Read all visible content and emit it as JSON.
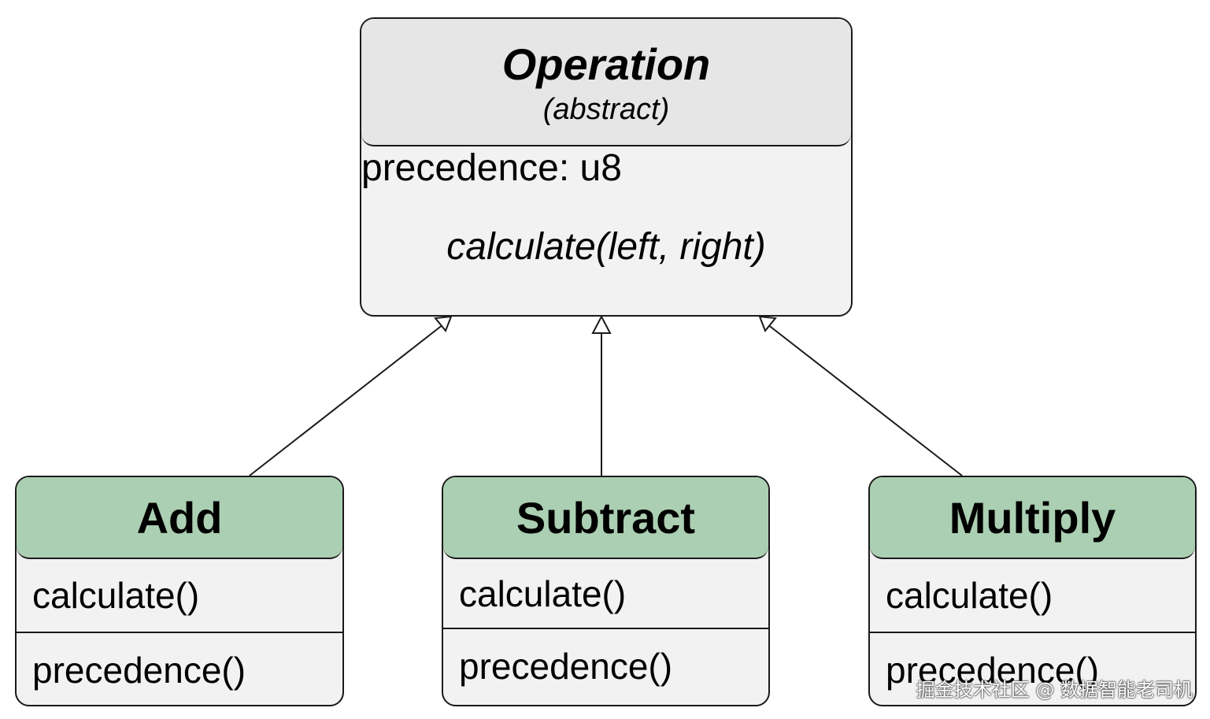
{
  "diagram": {
    "base": {
      "name": "Operation",
      "stereotype": "(abstract)",
      "attribute": "precedence: u8",
      "method": "calculate(left, right)"
    },
    "subclasses": [
      {
        "name": "Add",
        "methods": [
          "calculate()",
          "precedence()"
        ]
      },
      {
        "name": "Subtract",
        "methods": [
          "calculate()",
          "precedence()"
        ]
      },
      {
        "name": "Multiply",
        "methods": [
          "calculate()",
          "precedence()"
        ]
      }
    ],
    "relationship": "inheritance",
    "colors": {
      "base_header": "#e6e6e6",
      "subclass_header": "#abcfb2",
      "body": "#f2f2f2",
      "stroke": "#1a1a1a"
    }
  },
  "watermark": "掘金技术社区 @ 数据智能老司机"
}
